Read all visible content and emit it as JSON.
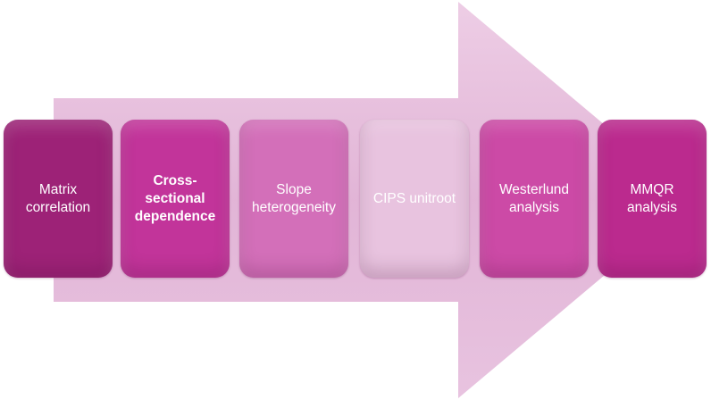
{
  "diagram": {
    "steps": [
      {
        "label": "Matrix\ncorrelation",
        "color": "#9d2277",
        "bold": false
      },
      {
        "label": "Cross-\nsectional\ndependence",
        "color": "#c2349a",
        "bold": true
      },
      {
        "label": "Slope\nheterogeneity",
        "color": "#d36fb9",
        "bold": false
      },
      {
        "label": "CIPS unitroot",
        "color": "#e8c3df",
        "bold": false
      },
      {
        "label": "Westerlund\nanalysis",
        "color": "#cc4aa6",
        "bold": false
      },
      {
        "label": "MMQR\nanalysis",
        "color": "#bb2a8e",
        "bold": false
      }
    ],
    "arrow_color": "#e3b5d7"
  }
}
